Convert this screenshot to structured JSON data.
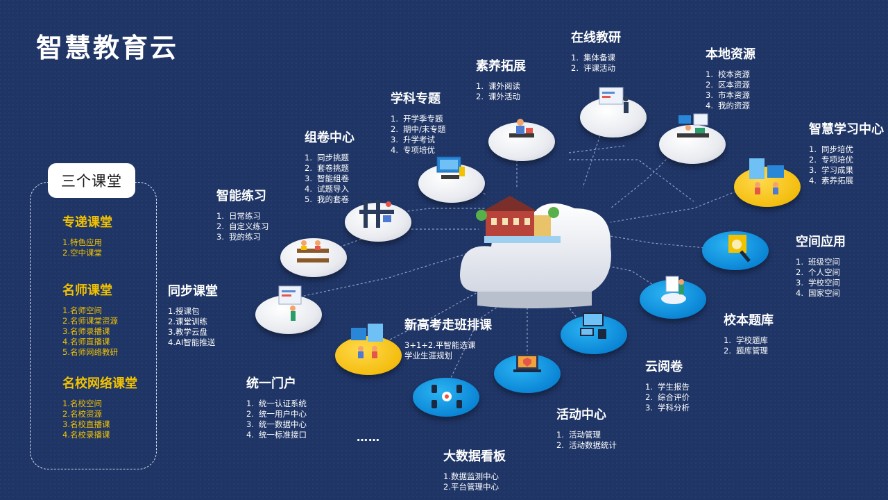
{
  "title": "智慧教育云",
  "left_panel": {
    "title": "三个课堂",
    "sections": [
      {
        "title": "专递课堂",
        "items": [
          "1.特色应用",
          "2.空中课堂"
        ]
      },
      {
        "title": "名师课堂",
        "items": [
          "1.名师空间",
          "2.名师课堂资源",
          "3.名师录播课",
          "4.名师直播课",
          "5.名师网络教研"
        ]
      },
      {
        "title": "名校网络课堂",
        "items": [
          "1.名校空间",
          "2.名校资源",
          "3.名校直播课",
          "4.名校录播课"
        ]
      }
    ]
  },
  "modules": {
    "zaixian": {
      "title": "在线教研",
      "items": [
        {
          "n": "1.",
          "t": "集体备课"
        },
        {
          "n": "2.",
          "t": "评课活动"
        }
      ]
    },
    "suyang": {
      "title": "素养拓展",
      "items": [
        {
          "n": "1.",
          "t": "课外阅读"
        },
        {
          "n": "2.",
          "t": "课外活动"
        }
      ]
    },
    "xueke": {
      "title": "学科专题",
      "items": [
        {
          "n": "1.",
          "t": "开学季专题"
        },
        {
          "n": "2.",
          "t": "期中/末专题"
        },
        {
          "n": "3.",
          "t": "升学考试"
        },
        {
          "n": "4.",
          "t": "专项培优"
        }
      ]
    },
    "zujuan": {
      "title": "组卷中心",
      "items": [
        {
          "n": "1.",
          "t": "同步挑题"
        },
        {
          "n": "2.",
          "t": "套卷挑题"
        },
        {
          "n": "3.",
          "t": "智能组卷"
        },
        {
          "n": "4.",
          "t": "试题导入"
        },
        {
          "n": "5.",
          "t": "我的套卷"
        }
      ]
    },
    "zhineng": {
      "title": "智能练习",
      "items": [
        {
          "n": "1.",
          "t": "日常练习"
        },
        {
          "n": "2.",
          "t": "自定义练习"
        },
        {
          "n": "3.",
          "t": "我的练习"
        }
      ]
    },
    "tongbu": {
      "title": "同步课堂",
      "items": [
        "1.授课包",
        "2.课堂训练",
        "3.教学云盘",
        "4.AI智能推送"
      ]
    },
    "menhu": {
      "title": "统一门户",
      "items": [
        {
          "n": "1.",
          "t": "统一认证系统"
        },
        {
          "n": "2.",
          "t": "统一用户中心"
        },
        {
          "n": "3.",
          "t": "统一数据中心"
        },
        {
          "n": "4.",
          "t": "统一标准接口"
        }
      ]
    },
    "xingaokao": {
      "title": "新高考走班排课",
      "items": [
        "3+1+2.平智能选课",
        "学业生涯规划"
      ]
    },
    "dashuju": {
      "title": "大数据看板",
      "items": [
        "1.数据监测中心",
        "2.平台管理中心"
      ]
    },
    "huodong": {
      "title": "活动中心",
      "items": [
        {
          "n": "1.",
          "t": "活动管理"
        },
        {
          "n": "2.",
          "t": "活动数据统计"
        }
      ]
    },
    "yunyue": {
      "title": "云阅卷",
      "items": [
        {
          "n": "1.",
          "t": "学生报告"
        },
        {
          "n": "2.",
          "t": "综合评价"
        },
        {
          "n": "3.",
          "t": "学科分析"
        }
      ]
    },
    "tiku": {
      "title": "校本题库",
      "items": [
        {
          "n": "1.",
          "t": "学校题库"
        },
        {
          "n": "2.",
          "t": "题库管理"
        }
      ]
    },
    "kongjian": {
      "title": "空间应用",
      "items": [
        {
          "n": "1.",
          "t": "班级空间"
        },
        {
          "n": "2.",
          "t": "个人空间"
        },
        {
          "n": "3.",
          "t": "学校空间"
        },
        {
          "n": "4.",
          "t": "国家空间"
        }
      ]
    },
    "zhihui": {
      "title": "智慧学习中心",
      "items": [
        {
          "n": "1.",
          "t": "同步培优"
        },
        {
          "n": "2.",
          "t": "专项培优"
        },
        {
          "n": "3.",
          "t": "学习成果"
        },
        {
          "n": "4.",
          "t": "素养拓展"
        }
      ]
    },
    "bendi": {
      "title": "本地资源",
      "items": [
        {
          "n": "1.",
          "t": "校本资源"
        },
        {
          "n": "2.",
          "t": "区本资源"
        },
        {
          "n": "3.",
          "t": "市本资源"
        },
        {
          "n": "4.",
          "t": "我的资源"
        }
      ]
    }
  },
  "ellipsis": "……"
}
